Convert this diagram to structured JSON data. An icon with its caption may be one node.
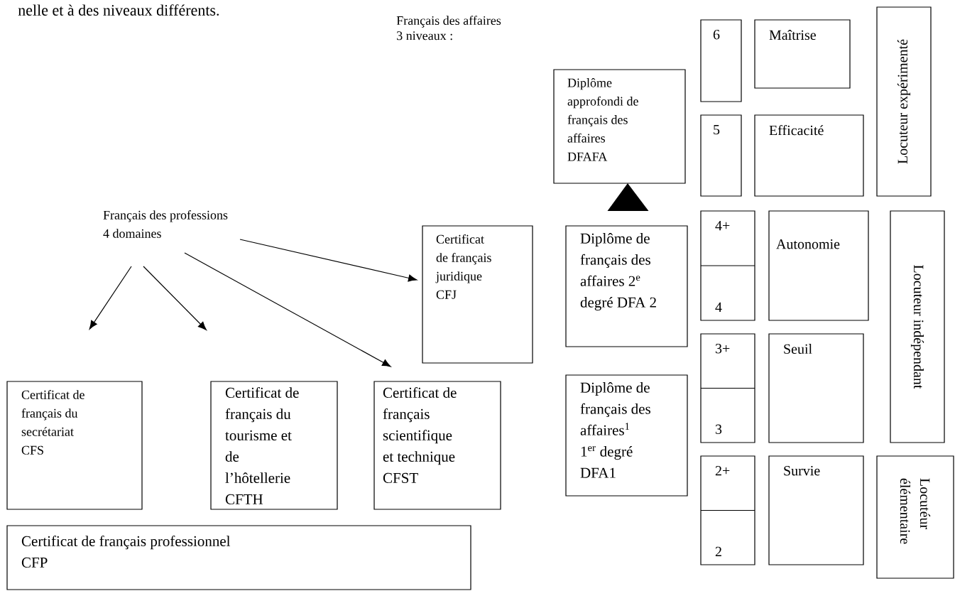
{
  "diagram": {
    "nodes": [
      {
        "text": [
          "Français des professions",
          "4 domaines"
        ]
      },
      {
        "text": [
          "Certificat de français juridique CFJ"
        ]
      },
      {
        "text": [
          "Diplôme approfondi de français des affaires DFAFA"
        ]
      },
      {
        "text": [
          "Diplôme de français des affaires 2$^{e}$ degré DFA 2"
        ]
      },
      {
        "text": [
          "Diplôme de français des affaires$^{1}$",
          "1$^{er}$ degré DFA1"
        ]
      },
      {
        "text": [
          "Certificat de français du secrétariat CFS"
        ]
      },
      {
        "text": [
          "Certificat de français du tourisme et de l’hôtellerie CFTH"
        ]
      },
      {
        "text": [
          "Certificat de français scientifique et technique CFST"
        ]
      },
      {
        "text": [
          "Certificat de français professionnel",
          "CFP"
        ]
      },
      {
        "text": [
          "6"
        ]
      },
      {
        "text": [
          "Maîtrise"
        ]
      },
      {
        "text": [
          "Locuteur expérimenté"
        ]
      },
      {
        "text": [
          "5"
        ]
      },
      {
        "text": [
          "Efficacité"
        ]
      },
      {
        "text": [
          "4+",
          "4"
        ]
      },
      {
        "text": [
          "Autonomie"
        ]
      },
      {
        "text": [
          "Locuteur indépendant"
        ]
      },
      {
        "text": [
          "3+",
          "3"
        ]
      },
      {
        "text": [
          "Seuil"
        ]
      },
      {
        "text": [
          "2+",
          "2"
        ]
      },
      {
        "text": [
          "Survie"
        ]
      },
      {
        "text": [
          "Locutéur élémentaire"
        ]
      }
    ],
    "edges": [
      {
        "from": 0,
        "to": 5,
        "arrow": "to"
      },
      {
        "from": 0,
        "to": 6,
        "arrow": "to"
      },
      {
        "from": 0,
        "to": 7,
        "arrow": "to"
      },
      {
        "from": 0,
        "to": 1,
        "arrow": "to"
      },
      {
        "from": 3,
        "to": 2,
        "arrow": "to"
      }
    ],
    "labels": [
      "nelle et à des niveaux différents.",
      "Français des affaires",
      "3 niveaux :"
    ]
  }
}
